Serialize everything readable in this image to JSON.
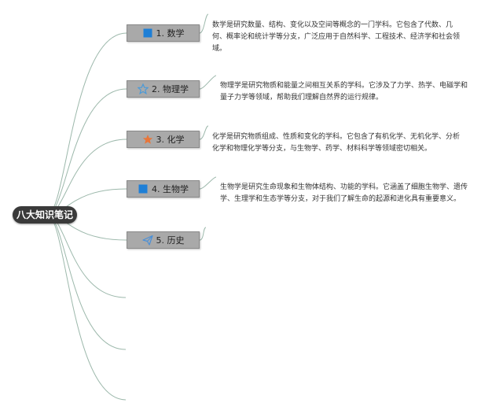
{
  "root": {
    "label": "八大知识笔记"
  },
  "topics": [
    {
      "label": "1. 数学",
      "icon": "blue-square-icon",
      "icon_color": "#1e7fd6",
      "lines": [
        "数学是研究数量、结构、变化以及空间等概念的一门学科。它包含了代数、几",
        "何、概率论和统计学等分支，广泛应用于自然科学、工程技术、经济学和社会领",
        "域。"
      ]
    },
    {
      "label": "2. 物理学",
      "icon": "star-outline-icon",
      "icon_color": "#4a9ad8",
      "lines": [
        "物理学是研究物质和能量之间相互关系的学科。它涉及了力学、热学、电磁学和",
        "量子力学等领域，帮助我们理解自然界的运行规律。"
      ]
    },
    {
      "label": "3. 化学",
      "icon": "orange-star-icon",
      "icon_color": "#e8763a",
      "lines": [
        "化学是研究物质组成、性质和变化的学科。它包含了有机化学、无机化学、分析",
        "化学和物理化学等分支，与生物学、药学、材料科学等领域密切相关。"
      ]
    },
    {
      "label": "4. 生物学",
      "icon": "blue-square-icon",
      "icon_color": "#1e7fd6",
      "lines": [
        "生物学是研究生命现象和生物体结构、功能的学科。它涵盖了细胞生物学、遗传",
        "学、生理学和生态学等分支，对于我们了解生命的起源和进化具有重要意义。"
      ]
    },
    {
      "label": "5. 历史",
      "icon": "paper-plane-icon",
      "icon_color": "#4a90d9",
      "lines": []
    }
  ],
  "colors": {
    "line": "#9cb8ab",
    "root_bg": "#3a3a3a",
    "topic_bg": "#a9a9a9"
  }
}
